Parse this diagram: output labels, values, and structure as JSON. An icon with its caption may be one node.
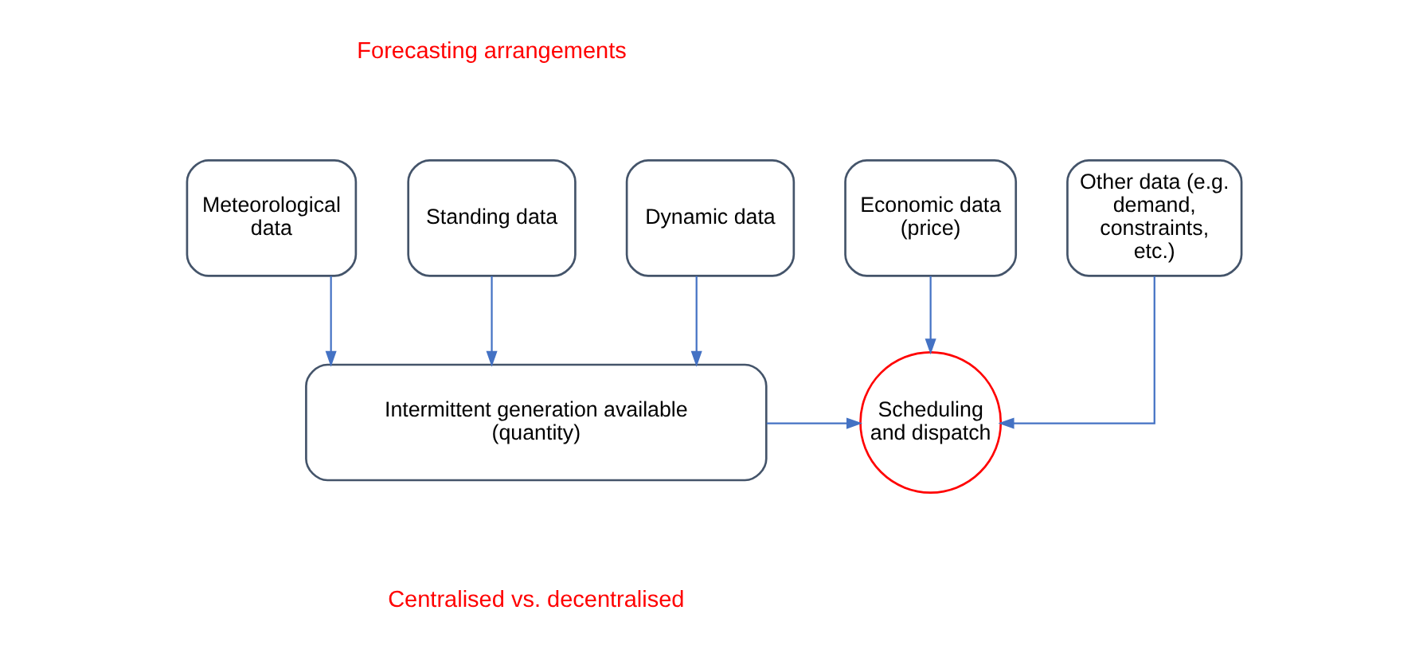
{
  "diagram": {
    "nodes": [
      {
        "text": [
          "Meteorological data"
        ]
      },
      {
        "text": [
          "Standing data"
        ]
      },
      {
        "text": [
          "Dynamic data"
        ]
      },
      {
        "text": [
          "Economic data (price)"
        ]
      },
      {
        "text": [
          "Other data (e.g. demand, constraints, etc.)"
        ]
      },
      {
        "text": [
          "Intermittent generation available (quantity)"
        ]
      },
      {
        "text": [
          "Scheduling and dispatch"
        ]
      }
    ],
    "edges": [
      {
        "from": 0,
        "to": 5,
        "arrow": "to"
      },
      {
        "from": 1,
        "to": 5,
        "arrow": "to"
      },
      {
        "from": 2,
        "to": 5,
        "arrow": "to"
      },
      {
        "from": 5,
        "to": 6,
        "arrow": "to"
      },
      {
        "from": 3,
        "to": 6,
        "arrow": "to"
      },
      {
        "from": 4,
        "to": 6,
        "arrow": "to"
      }
    ],
    "labels": [
      "Forecasting arrangements",
      "Centralised vs. decentralised"
    ]
  }
}
